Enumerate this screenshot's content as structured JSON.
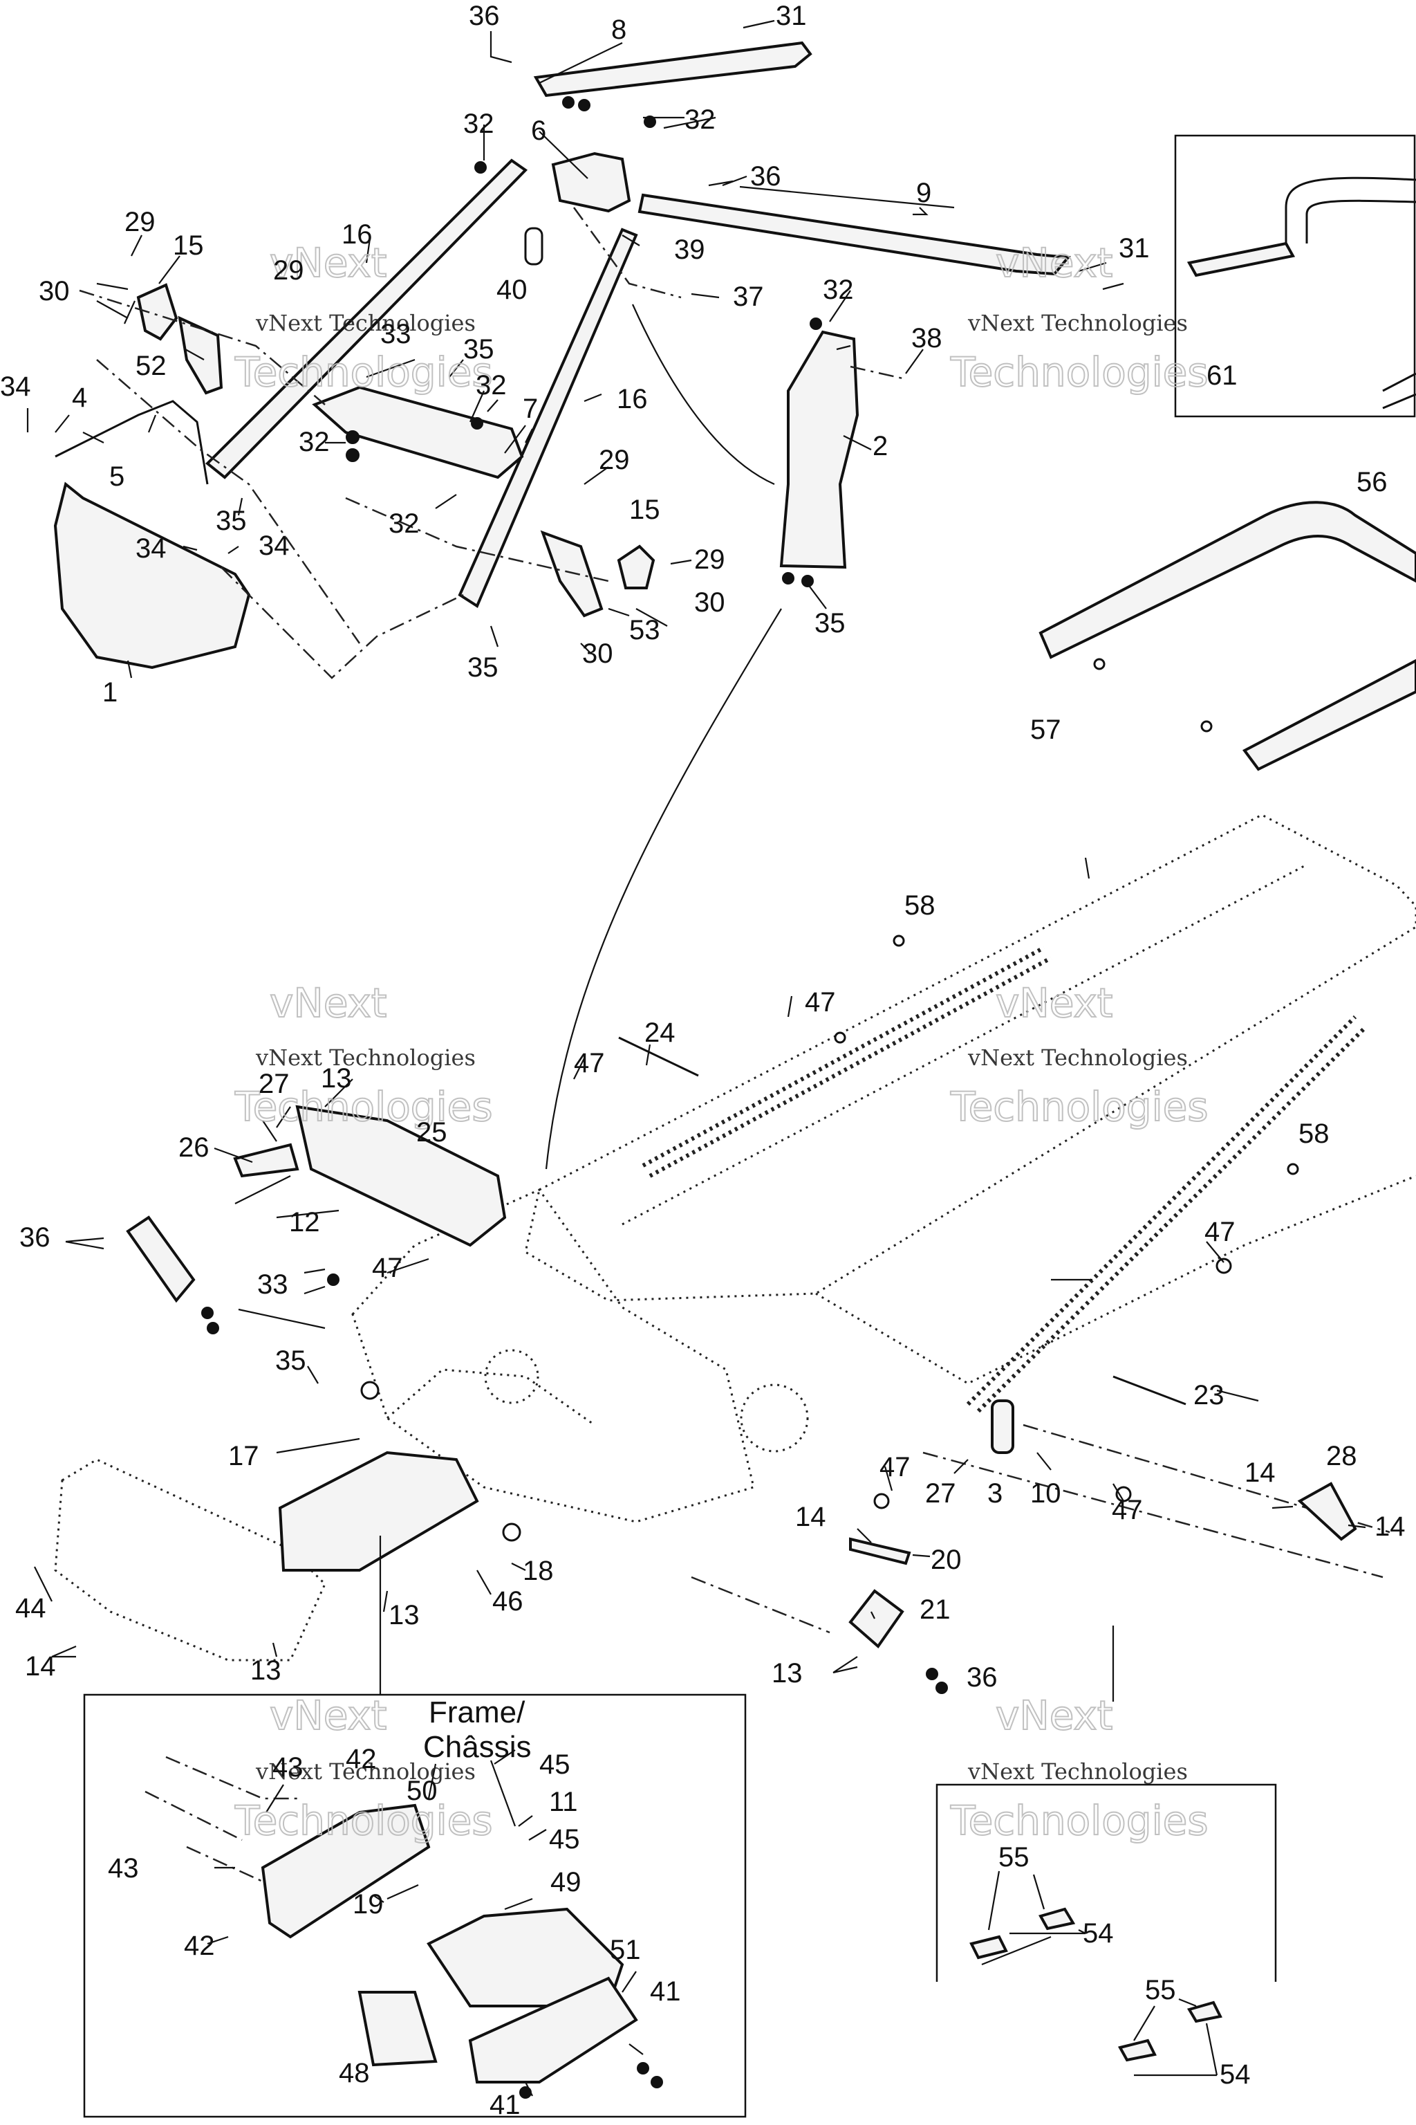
{
  "diagram": {
    "watermark_line1": "vNext",
    "watermark_line2": "vNext Technologies",
    "watermark_line3": "Technologies",
    "frame_label_line1": "Frame/",
    "frame_label_line2": "Châssis",
    "callouts": {
      "c1": "1",
      "c2": "2",
      "c3": "3",
      "c4": "4",
      "c5": "5",
      "c6": "6",
      "c7": "7",
      "c8": "8",
      "c9": "9",
      "c10": "10",
      "c11": "11",
      "c12": "12",
      "c13": "13",
      "c14": "14",
      "c15": "15",
      "c16": "16",
      "c17": "17",
      "c18": "18",
      "c19": "19",
      "c20": "20",
      "c21": "21",
      "c23": "23",
      "c24": "24",
      "c25": "25",
      "c26": "26",
      "c27": "27",
      "c28": "28",
      "c29": "29",
      "c30": "30",
      "c31": "31",
      "c32": "32",
      "c33": "33",
      "c34": "34",
      "c35": "35",
      "c36": "36",
      "c37": "37",
      "c38": "38",
      "c39": "39",
      "c40": "40",
      "c41": "41",
      "c42": "42",
      "c43": "43",
      "c44": "44",
      "c45": "45",
      "c46": "46",
      "c47": "47",
      "c48": "48",
      "c49": "49",
      "c50": "50",
      "c51": "51",
      "c52": "52",
      "c53": "53",
      "c54": "54",
      "c55": "55",
      "c56": "56",
      "c57": "57",
      "c58": "58",
      "c61": "61"
    }
  }
}
